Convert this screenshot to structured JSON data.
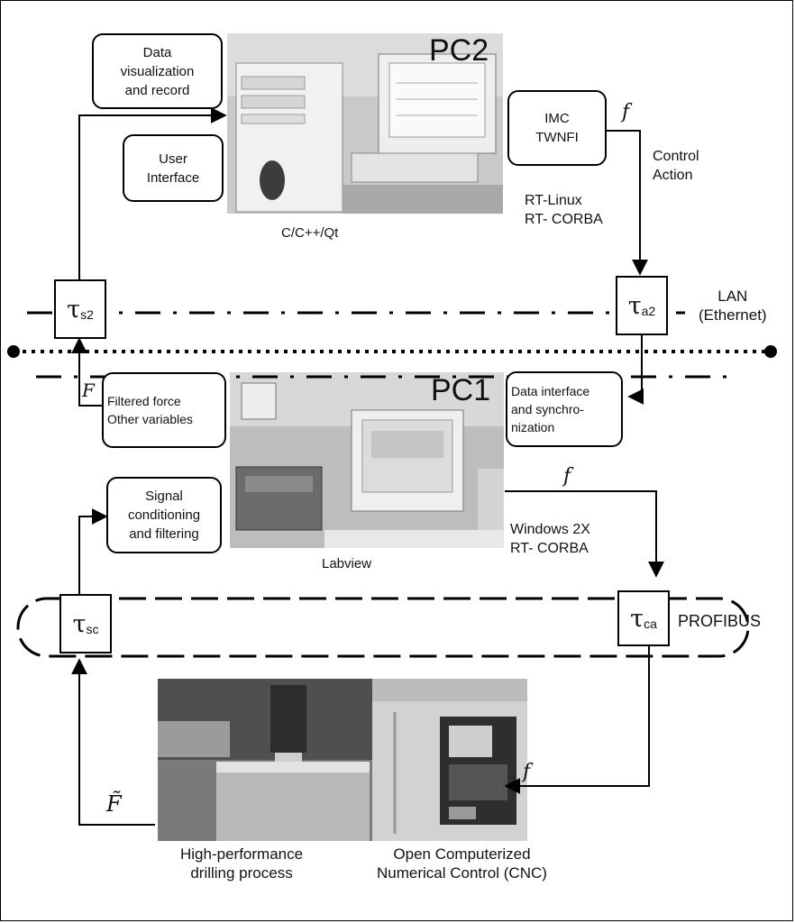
{
  "pc2": {
    "label": "PC2",
    "software": "C/C++/Qt",
    "os": "RT-Linux\nRT- CORBA",
    "boxes": {
      "data_vis": "Data\nvisualization\nand record",
      "user_interface": "User\nInterface",
      "controller": "IMC\nTWNFI"
    },
    "control_action": "Control\nAction"
  },
  "lan": {
    "label": "LAN\n(Ethernet)"
  },
  "pc1": {
    "label": "PC1",
    "software": "Labview",
    "os": "Windows 2X\nRT- CORBA",
    "boxes": {
      "filtered": "Filtered force\nOther variables",
      "data_interface": "Data interface\nand synchro-\nnization",
      "signal_cond": "Signal\nconditioning\nand filtering"
    }
  },
  "bus": {
    "label": "PROFIBUS"
  },
  "delays": {
    "s2": {
      "symbol": "τ",
      "sub": "s2"
    },
    "a2": {
      "symbol": "τ",
      "sub": "a2"
    },
    "sc": {
      "symbol": "τ",
      "sub": "sc"
    },
    "ca": {
      "symbol": "τ",
      "sub": "ca"
    }
  },
  "signals": {
    "f": "f",
    "F": "F",
    "F_tilde": "F̃"
  },
  "bottom": {
    "drilling": "High-performance\ndrilling process",
    "cnc": "Open Computerized\nNumerical Control (CNC)"
  }
}
